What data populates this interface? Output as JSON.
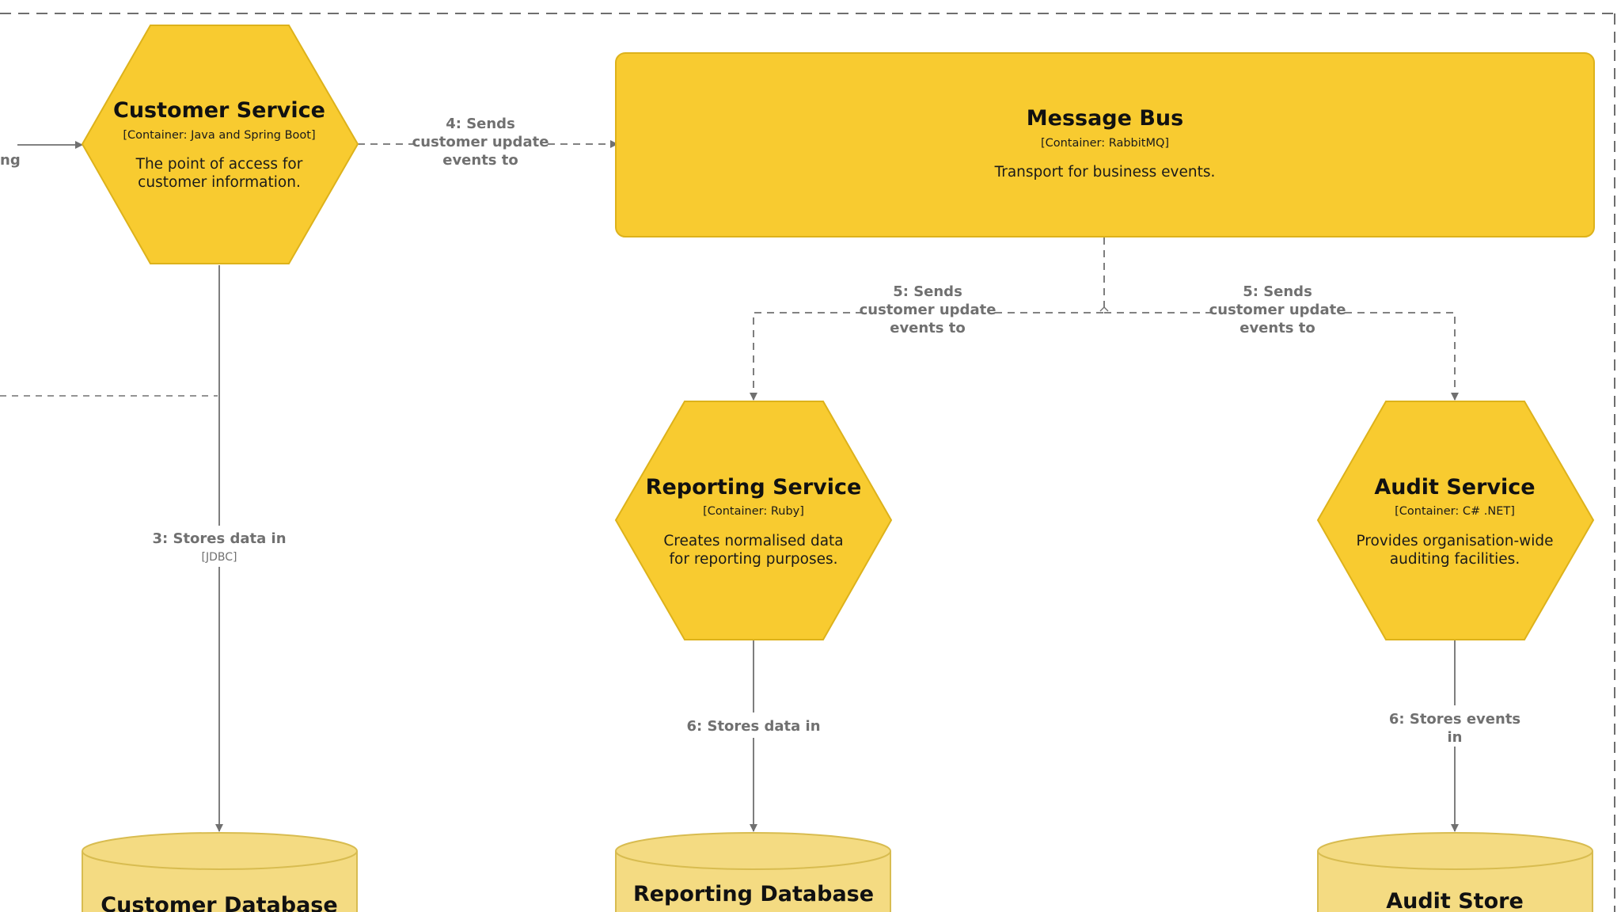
{
  "nodes": {
    "customer_service": {
      "name": "Customer Service",
      "type": "[Container: Java and Spring Boot]",
      "desc_lines": [
        "The point of access for",
        "customer information."
      ]
    },
    "message_bus": {
      "name": "Message Bus",
      "type": "[Container: RabbitMQ]",
      "desc_lines": [
        "Transport for business events."
      ]
    },
    "reporting_service": {
      "name": "Reporting Service",
      "type": "[Container: Ruby]",
      "desc_lines": [
        "Creates normalised data",
        "for reporting purposes."
      ]
    },
    "audit_service": {
      "name": "Audit Service",
      "type": "[Container: C# .NET]",
      "desc_lines": [
        "Provides organisation-wide",
        "auditing facilities."
      ]
    },
    "customer_database": {
      "name": "Customer Database"
    },
    "reporting_database": {
      "name": "Reporting Database"
    },
    "audit_store": {
      "name": "Audit Store"
    }
  },
  "edges": {
    "incoming_partial": {
      "label_lines": [
        "ng"
      ]
    },
    "e3": {
      "label_lines": [
        "3: Stores data in"
      ],
      "tech": "[JDBC]"
    },
    "e4": {
      "label_lines": [
        "4: Sends",
        "customer update",
        "events to"
      ]
    },
    "e5_reporting": {
      "label_lines": [
        "5: Sends",
        "customer update",
        "events to"
      ]
    },
    "e5_audit": {
      "label_lines": [
        "5: Sends",
        "customer update",
        "events to"
      ]
    },
    "e6_reporting": {
      "label_lines": [
        "6: Stores data in"
      ]
    },
    "e6_audit": {
      "label_lines": [
        "6: Stores events",
        "in"
      ]
    }
  },
  "colors": {
    "container_fill": "#F8CB30",
    "container_stroke": "#DDB21B",
    "database_fill": "#F4DB82",
    "database_stroke": "#D8BC50",
    "edge": "#707070",
    "boundary": "#6E6E6E"
  }
}
